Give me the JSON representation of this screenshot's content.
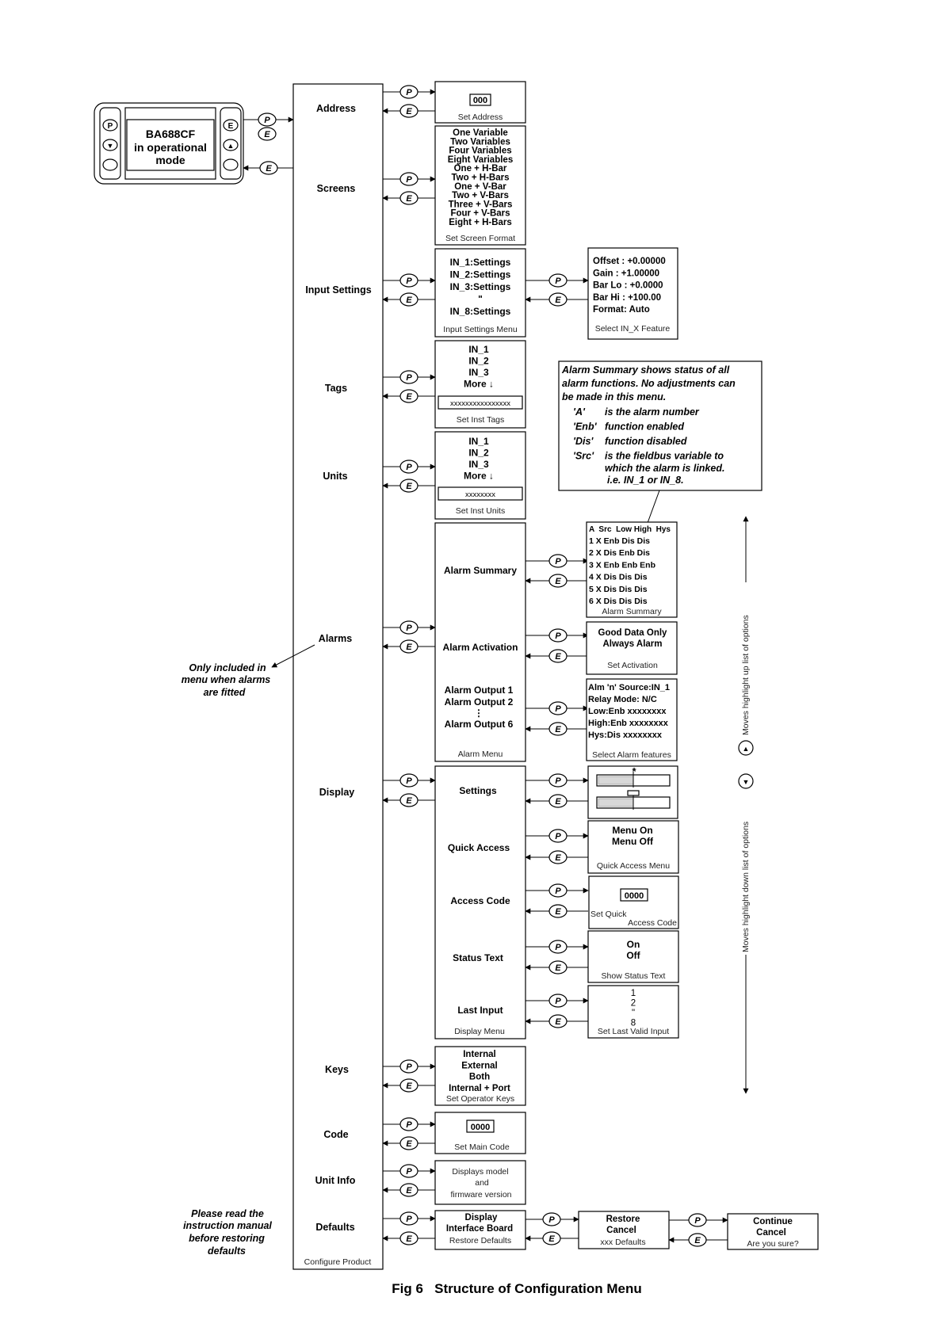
{
  "title": "Fig 6   Structure of Configuration Menu",
  "keys": {
    "p": "P",
    "e": "E"
  },
  "device": {
    "line1": "BA688CF",
    "line2": "in operational",
    "line3": "mode"
  },
  "main_menu": {
    "label": "Configure Product",
    "items": [
      "Address",
      "Screens",
      "Input Settings",
      "Tags",
      "Units",
      "Alarms",
      "Display",
      "Keys",
      "Code",
      "Unit Info",
      "Defaults"
    ]
  },
  "address": {
    "value": "000",
    "label": "Set Address"
  },
  "screens": {
    "options": [
      "One Variable",
      "Two Variables",
      "Four Variables",
      "Eight Variables",
      "One + H-Bar",
      "Two + H-Bars",
      "One + V-Bar",
      "Two + V-Bars",
      "Three + V-Bars",
      "Four + V-Bars",
      "Eight + H-Bars"
    ],
    "label": "Set Screen Format"
  },
  "input_settings": {
    "options": [
      "IN_1:Settings",
      "IN_2:Settings",
      "IN_3:Settings",
      "\"",
      "IN_8:Settings"
    ],
    "label": "Input Settings Menu",
    "features": [
      "Offset  : +0.00000",
      "Gain     : +1.00000",
      "Bar Lo  : +0.0000",
      "Bar Hi   : +100.00",
      "Format:  Auto"
    ],
    "features_label": "Select IN_X Feature"
  },
  "tags": {
    "options": [
      "IN_1",
      "IN_2",
      "IN_3",
      "More ↓"
    ],
    "field": "xxxxxxxxxxxxxxxx",
    "label": "Set Inst Tags"
  },
  "units": {
    "options": [
      "IN_1",
      "IN_2",
      "IN_3",
      "More ↓"
    ],
    "field": "xxxxxxxx",
    "label": "Set Inst Units"
  },
  "alarm_note": {
    "lines": [
      "Alarm Summary shows status of all",
      "alarm functions.  No adjustments can",
      "be made in this menu."
    ],
    "defs": [
      {
        "k": "'A'",
        "v": "is the alarm number"
      },
      {
        "k": "'Enb'",
        "v": "function enabled"
      },
      {
        "k": "'Dis'",
        "v": "function disabled"
      },
      {
        "k": "'Src'",
        "v": "is the fieldbus variable to"
      }
    ],
    "cont": [
      "which the alarm is linked.",
      "i.e. IN_1 or IN_8."
    ]
  },
  "alarm_menu": {
    "items": [
      "Alarm Summary",
      "Alarm Activation",
      "Alarm Output 1",
      "Alarm Output 2",
      "⋮",
      "Alarm Output 6"
    ],
    "label": "Alarm Menu"
  },
  "alarm_summary": {
    "header": "A  Src  Low High  Hys",
    "rows": [
      "1   X    Enb  Dis  Dis",
      "2   X    Dis  Enb  Dis",
      "3   X    Enb  Enb  Enb",
      "4   X    Dis  Dis  Dis",
      "5   X    Dis  Dis  Dis",
      "6   X    Dis  Dis  Dis"
    ],
    "label": "Alarm Summary"
  },
  "alarm_activation": {
    "options": [
      "Good Data Only",
      "Always Alarm"
    ],
    "label": "Set Activation"
  },
  "alarm_features": {
    "lines": [
      "Alm 'n' Source:IN_1",
      "Relay Mode: N/C",
      "Low:Enb  xxxxxxxx",
      "High:Enb  xxxxxxxx",
      "Hys:Dis   xxxxxxxx"
    ],
    "label": "Select Alarm features"
  },
  "only_included_note": [
    "Only included in",
    "menu when alarms",
    "are fitted"
  ],
  "display_menu": {
    "items": [
      "Settings",
      "Quick Access",
      "Access Code",
      "Status Text",
      "Last Input"
    ],
    "label": "Display Menu"
  },
  "quick_access": {
    "options": [
      "Menu On",
      "Menu Off"
    ],
    "label": "Quick Access Menu"
  },
  "access_code": {
    "value": "0000",
    "label1": "Set Quick",
    "label2": "Access Code"
  },
  "status_text": {
    "options": [
      "On",
      "Off"
    ],
    "label": "Show Status Text"
  },
  "last_input": {
    "options": [
      "1",
      "2",
      "\"",
      "8"
    ],
    "label": "Set Last Valid Input"
  },
  "operator_keys": {
    "options": [
      "Internal",
      "External",
      "Both",
      "Internal + Port"
    ],
    "label": "Set Operator Keys"
  },
  "main_code": {
    "value": "0000",
    "label": "Set Main Code"
  },
  "unit_info": {
    "lines": [
      "Displays model",
      "and",
      "firmware version"
    ]
  },
  "defaults": {
    "options": [
      "Display",
      "Interface Board"
    ],
    "label": "Restore Defaults",
    "restore": [
      "Restore",
      "Cancel"
    ],
    "restore_label": "xxx  Defaults",
    "confirm": [
      "Continue",
      "Cancel"
    ],
    "confirm_label": "Are you sure?"
  },
  "defaults_note": [
    "Please read the",
    "instruction manual",
    "before restoring",
    "defaults"
  ],
  "scroll_up_text": "Moves highlight up list of options",
  "scroll_down_text": "Moves highlight down list of options"
}
